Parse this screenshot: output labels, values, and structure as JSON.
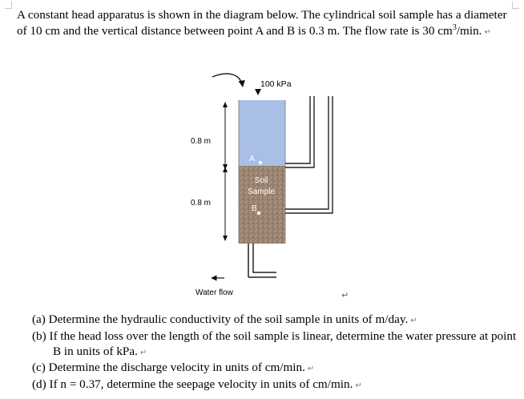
{
  "problem": {
    "intro_part1": "A constant head apparatus is shown in the diagram below. The cylindrical soil sample has a diameter of 10 cm and the vertical distance between point A and B is 0.3 m. The flow rate is 30 cm",
    "intro_sup": "3",
    "intro_part2": "/min.",
    "return_mark": "↵"
  },
  "diagram": {
    "pressure_label": "100 kPa",
    "height_upper": "0.8 m",
    "height_lower": "0.8 m",
    "point_a": "A",
    "point_b": "B",
    "soil_line1": "Soil",
    "soil_line2": "Sample",
    "outflow_label": "Water flow",
    "colors": {
      "water": "#a9bfe6",
      "soil": "#9a8370",
      "pipe": "#222222"
    }
  },
  "stray_mark": "↵",
  "questions": [
    {
      "label": "(a)",
      "text": "Determine the hydraulic conductivity of the soil sample in units of m/day."
    },
    {
      "label": "(b)",
      "text": "If the head loss over the length of the soil sample is linear, determine the water pressure at point B in units of kPa."
    },
    {
      "label": "(c)",
      "text": "Determine the discharge velocity in units of cm/min."
    },
    {
      "label": "(d)",
      "text": "If n = 0.37, determine the seepage velocity in units of cm/min."
    }
  ]
}
